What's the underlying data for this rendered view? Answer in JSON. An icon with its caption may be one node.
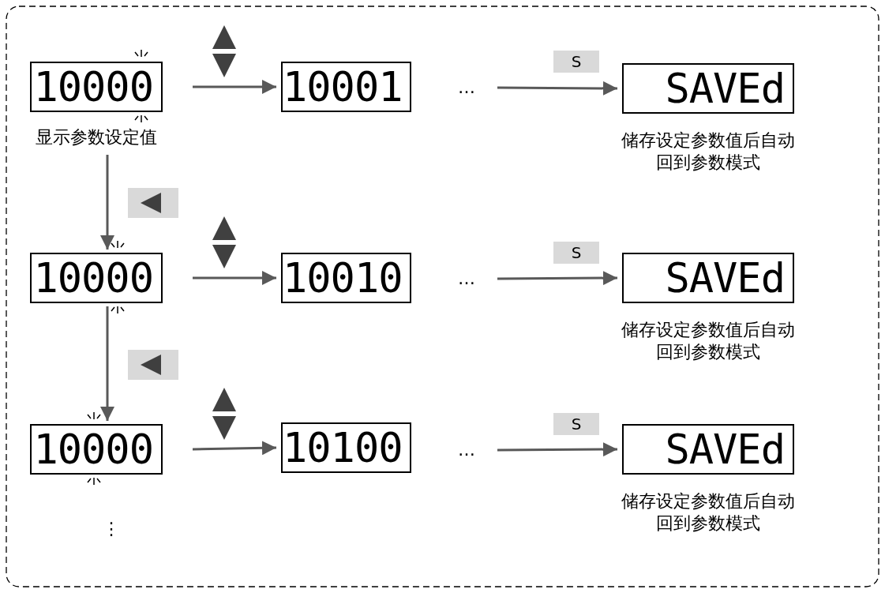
{
  "diagram": {
    "nodes": [
      {
        "text": [
          "10000"
        ],
        "beside": [
          "显示参数设定值"
        ]
      },
      {
        "text": [
          "10001"
        ]
      },
      {
        "text": [
          "…"
        ]
      },
      {
        "text": [
          "SAVEd"
        ],
        "beside": [
          "储存设定参数值后自动回到参数模式"
        ]
      },
      {
        "text": [
          "10000"
        ]
      },
      {
        "text": [
          "10010"
        ]
      },
      {
        "text": [
          "…"
        ]
      },
      {
        "text": [
          "SAVEd"
        ],
        "beside": [
          "储存设定参数值后自动回到参数模式"
        ]
      },
      {
        "text": [
          "10000"
        ]
      },
      {
        "text": [
          "10100"
        ]
      },
      {
        "text": [
          "…"
        ]
      },
      {
        "text": [
          "SAVEd"
        ],
        "beside": [
          "储存设定参数值后自动回到参数模式"
        ]
      }
    ],
    "edges": [
      {
        "from": 0,
        "to": 1,
        "arrow": "to"
      },
      {
        "from": 2,
        "to": 3,
        "arrow": "to",
        "label": "S"
      },
      {
        "from": 0,
        "to": 4,
        "arrow": "to"
      },
      {
        "from": 4,
        "to": 5,
        "arrow": "to"
      },
      {
        "from": 6,
        "to": 7,
        "arrow": "to",
        "label": "S"
      },
      {
        "from": 4,
        "to": 8,
        "arrow": "to"
      },
      {
        "from": 8,
        "to": 9,
        "arrow": "to"
      },
      {
        "from": 10,
        "to": 11,
        "arrow": "to",
        "label": "S"
      }
    ],
    "labels": [
      "⋮"
    ]
  }
}
